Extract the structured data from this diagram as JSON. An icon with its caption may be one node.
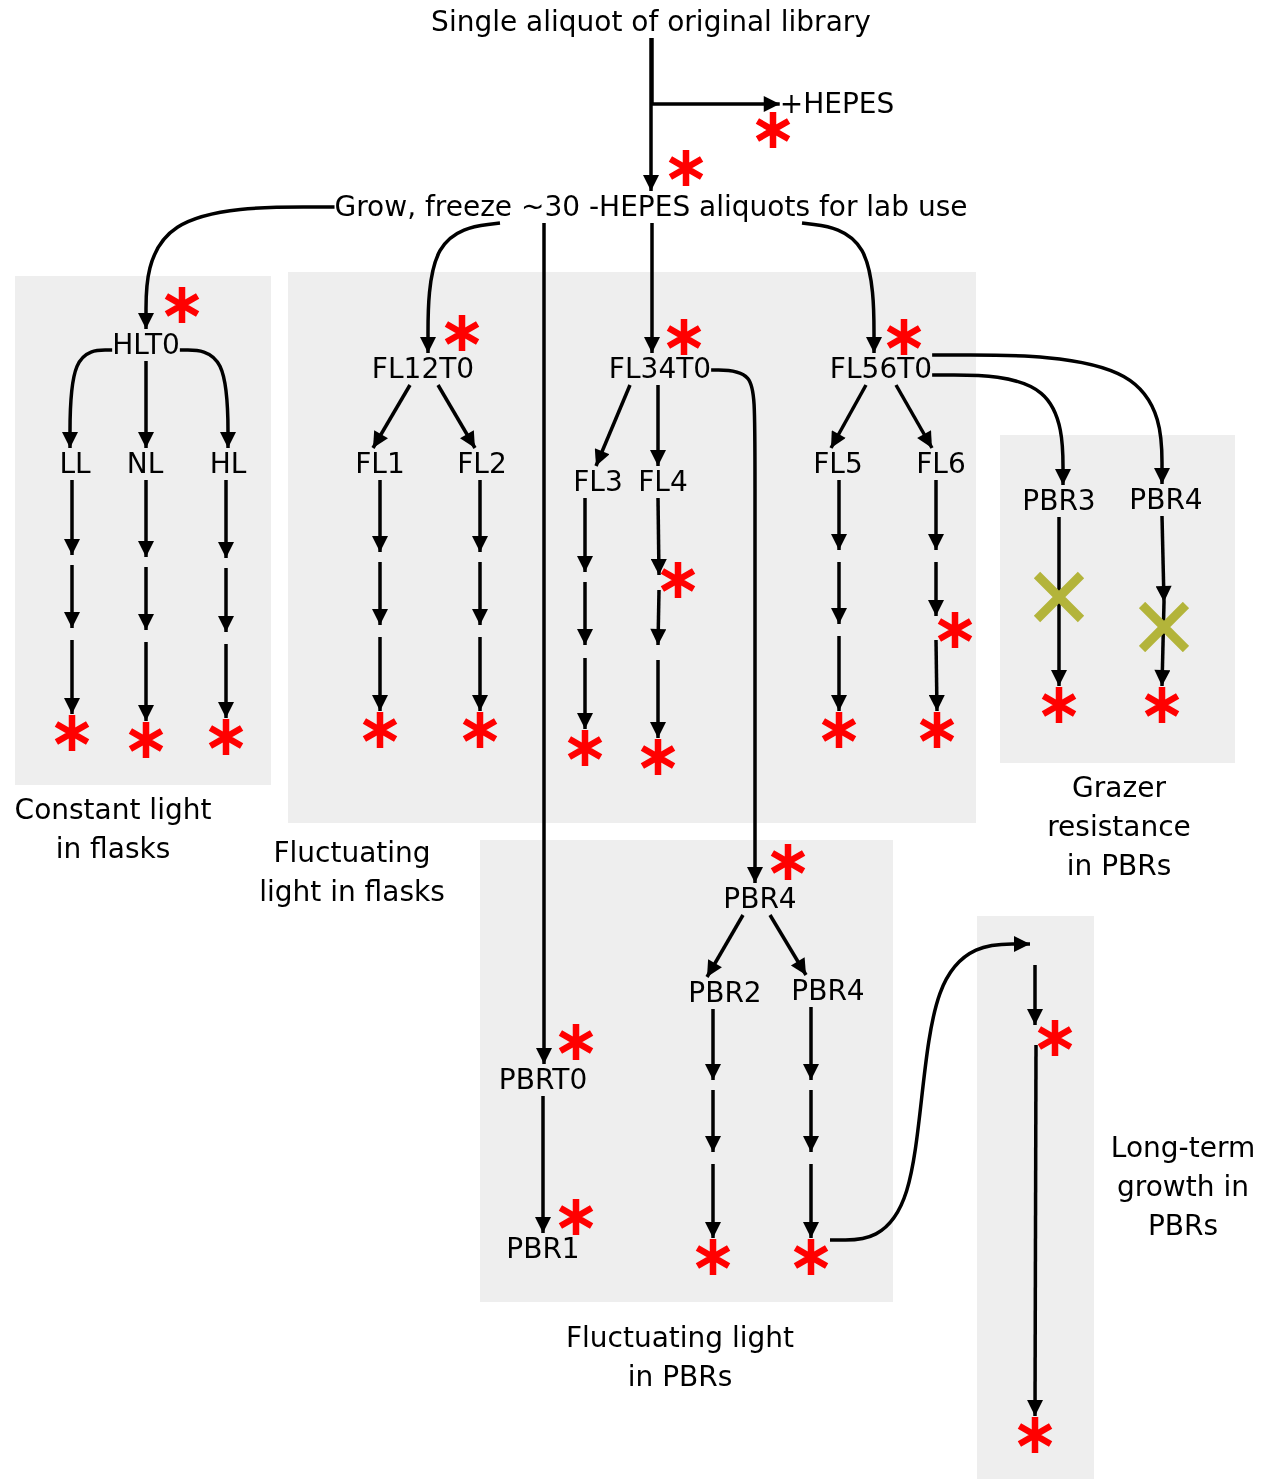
{
  "diagram": {
    "nodes": [
      {
        "text": [
          "Single aliquot of original library"
        ]
      },
      {
        "text": [
          "+HEPES"
        ]
      },
      {
        "text": [
          "Grow, freeze ~30 -HEPES aliquots for lab use"
        ]
      },
      {
        "text": [],
        "shape": "box"
      },
      {
        "text": [
          "HLT0"
        ],
        "in": 3
      },
      {
        "text": [
          "LL"
        ],
        "in": 3
      },
      {
        "text": [
          "NL"
        ],
        "in": 3
      },
      {
        "text": [
          "HL"
        ],
        "in": 3
      },
      {
        "text": [],
        "shape": "asterisk",
        "in": 3
      },
      {
        "text": [],
        "shape": "asterisk",
        "in": 3
      },
      {
        "text": [],
        "shape": "asterisk",
        "in": 3
      },
      {
        "text": [],
        "shape": "box"
      },
      {
        "text": [
          "FL12T0"
        ],
        "in": 11
      },
      {
        "text": [
          "FL1"
        ],
        "in": 11
      },
      {
        "text": [
          "FL2"
        ],
        "in": 11
      },
      {
        "text": [],
        "shape": "asterisk",
        "in": 11
      },
      {
        "text": [],
        "shape": "asterisk",
        "in": 11
      },
      {
        "text": [
          "FL34T0"
        ],
        "in": 11
      },
      {
        "text": [
          "FL3"
        ],
        "in": 11
      },
      {
        "text": [
          "FL4"
        ],
        "in": 11
      },
      {
        "text": [],
        "shape": "asterisk",
        "in": 11
      },
      {
        "text": [],
        "shape": "asterisk",
        "in": 11
      },
      {
        "text": [
          "FL56T0"
        ],
        "in": 11
      },
      {
        "text": [
          "FL5"
        ],
        "in": 11
      },
      {
        "text": [
          "FL6"
        ],
        "in": 11
      },
      {
        "text": [],
        "shape": "asterisk",
        "in": 11
      },
      {
        "text": [],
        "shape": "asterisk",
        "in": 11
      },
      {
        "text": [],
        "shape": "box"
      },
      {
        "text": [
          "PBR3"
        ],
        "in": 27
      },
      {
        "text": [
          "PBR4"
        ],
        "in": 27
      },
      {
        "text": [],
        "shape": "asterisk",
        "in": 27
      },
      {
        "text": [],
        "shape": "asterisk",
        "in": 27
      },
      {
        "text": [],
        "shape": "box"
      },
      {
        "text": [
          "PBRT0"
        ],
        "in": 32
      },
      {
        "text": [
          "PBR1"
        ],
        "in": 32
      },
      {
        "text": [
          "PBR4"
        ],
        "in": 32
      },
      {
        "text": [
          "PBR2"
        ],
        "in": 32
      },
      {
        "text": [
          "PBR4"
        ],
        "in": 32
      },
      {
        "text": [],
        "shape": "asterisk",
        "in": 32
      },
      {
        "text": [],
        "shape": "asterisk",
        "in": 32
      },
      {
        "text": [],
        "shape": "box"
      },
      {
        "text": [],
        "shape": "asterisk",
        "in": 40
      },
      {
        "text": [],
        "shape": "asterisk",
        "in": 11
      },
      {
        "text": [],
        "shape": "asterisk",
        "in": 11
      },
      {
        "text": [],
        "shape": "cross",
        "in": 27
      },
      {
        "text": [],
        "shape": "asterisk",
        "in": 40
      }
    ],
    "edges": [
      {
        "from": 0,
        "to": 2,
        "arrow": "to"
      },
      {
        "from": 0,
        "to": 1,
        "arrow": "to"
      },
      {
        "from": 2,
        "to": 4,
        "arrow": "to"
      },
      {
        "from": 4,
        "to": 5,
        "arrow": "to"
      },
      {
        "from": 4,
        "to": 6,
        "arrow": "to"
      },
      {
        "from": 4,
        "to": 7,
        "arrow": "to"
      },
      {
        "from": 5,
        "to": null,
        "arrow": "to"
      },
      {
        "from": null,
        "to": 8,
        "arrow": "to"
      },
      {
        "from": 6,
        "to": null,
        "arrow": "to"
      },
      {
        "from": null,
        "to": 9,
        "arrow": "to"
      },
      {
        "from": 7,
        "to": null,
        "arrow": "to"
      },
      {
        "from": null,
        "to": 10,
        "arrow": "to"
      },
      {
        "from": 2,
        "to": 12,
        "arrow": "to"
      },
      {
        "from": 12,
        "to": 13,
        "arrow": "to"
      },
      {
        "from": 12,
        "to": 14,
        "arrow": "to"
      },
      {
        "from": 13,
        "to": null,
        "arrow": "to"
      },
      {
        "from": null,
        "to": 15,
        "arrow": "to"
      },
      {
        "from": 14,
        "to": null,
        "arrow": "to"
      },
      {
        "from": null,
        "to": 16,
        "arrow": "to"
      },
      {
        "from": 2,
        "to": 17,
        "arrow": "to"
      },
      {
        "from": 17,
        "to": 18,
        "arrow": "to"
      },
      {
        "from": 17,
        "to": 19,
        "arrow": "to"
      },
      {
        "from": 18,
        "to": null,
        "arrow": "to"
      },
      {
        "from": null,
        "to": 20,
        "arrow": "to"
      },
      {
        "from": 19,
        "to": 42,
        "arrow": "to"
      },
      {
        "from": null,
        "to": 21,
        "arrow": "to"
      },
      {
        "from": 2,
        "to": 22,
        "arrow": "to"
      },
      {
        "from": 22,
        "to": 23,
        "arrow": "to"
      },
      {
        "from": 22,
        "to": 24,
        "arrow": "to"
      },
      {
        "from": 23,
        "to": null,
        "arrow": "to"
      },
      {
        "from": null,
        "to": 25,
        "arrow": "to"
      },
      {
        "from": 24,
        "to": null,
        "arrow": "to"
      },
      {
        "from": 43,
        "to": 26,
        "arrow": "to"
      },
      {
        "from": 17,
        "to": 35,
        "arrow": "to"
      },
      {
        "from": 2,
        "to": 33,
        "arrow": "to"
      },
      {
        "from": 22,
        "to": 28,
        "arrow": "to"
      },
      {
        "from": 22,
        "to": 29,
        "arrow": "to"
      },
      {
        "from": 28,
        "to": 30,
        "arrow": "to"
      },
      {
        "from": 29,
        "to": 44,
        "arrow": "to"
      },
      {
        "from": 44,
        "to": 31,
        "arrow": "to"
      },
      {
        "from": 33,
        "to": 34,
        "arrow": "to"
      },
      {
        "from": 35,
        "to": 36,
        "arrow": "to"
      },
      {
        "from": 35,
        "to": 37,
        "arrow": "to"
      },
      {
        "from": 36,
        "to": null,
        "arrow": "to"
      },
      {
        "from": null,
        "to": 38,
        "arrow": "to"
      },
      {
        "from": 37,
        "to": null,
        "arrow": "to"
      },
      {
        "from": null,
        "to": 39,
        "arrow": "to"
      },
      {
        "from": 39,
        "to": 40,
        "arrow": "to"
      },
      {
        "from": 45,
        "to": 41,
        "arrow": "to"
      },
      {
        "from": 42,
        "to": null,
        "arrow": "to"
      },
      {
        "from": null,
        "to": 43,
        "arrow": "to"
      }
    ],
    "labels": [
      "Constant light in flasks",
      "Fluctuating light in flasks",
      "Grazer resistance in PBRs",
      "Long-term growth in PBRs",
      "Fluctuating light in PBRs"
    ]
  }
}
